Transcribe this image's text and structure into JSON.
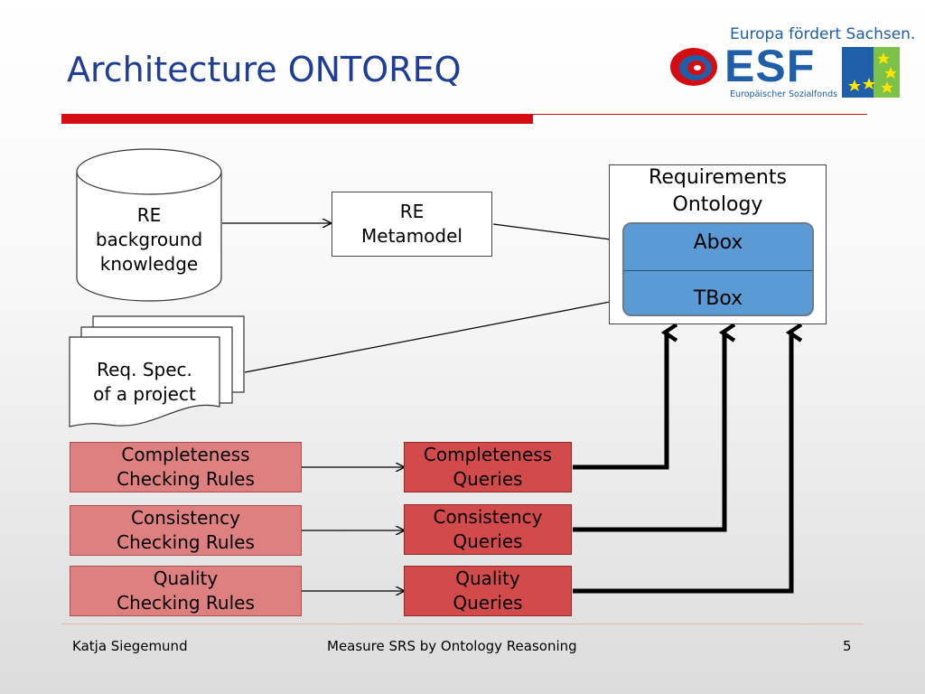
{
  "slide": {
    "title": "Architecture ONTOREQ"
  },
  "logo": {
    "top_text": "Europa fördert Sachsen.",
    "main_text": "ESF",
    "sub_text": "Europäischer Sozialfonds",
    "colors": {
      "blue": "#1f5ea8",
      "green": "#7cc14a",
      "star": "#ffe600"
    }
  },
  "diagram": {
    "re_background": "RE\nbackground\nknowledge",
    "re_metamodel": "RE\nMetamodel",
    "req_spec": "Req. Spec.\nof a project",
    "ontology": {
      "title": "Requirements\nOntology",
      "abox": "Abox",
      "tbox": "TBox"
    },
    "rules": [
      "Completeness\nChecking Rules",
      "Consistency\nChecking Rules",
      "Quality\nChecking Rules"
    ],
    "queries": [
      "Completeness\nQueries",
      "Consistency\nQueries",
      "Quality\nQueries"
    ],
    "colors": {
      "rule": "#de8080",
      "query": "#d34a4a",
      "abox_tbox": "#5b9bd5",
      "title": "#1f3c96",
      "accent_bar": "#d40d12"
    }
  },
  "footer": {
    "author": "Katja Siegemund",
    "center": "Measure SRS by Ontology Reasoning",
    "page": "5"
  }
}
